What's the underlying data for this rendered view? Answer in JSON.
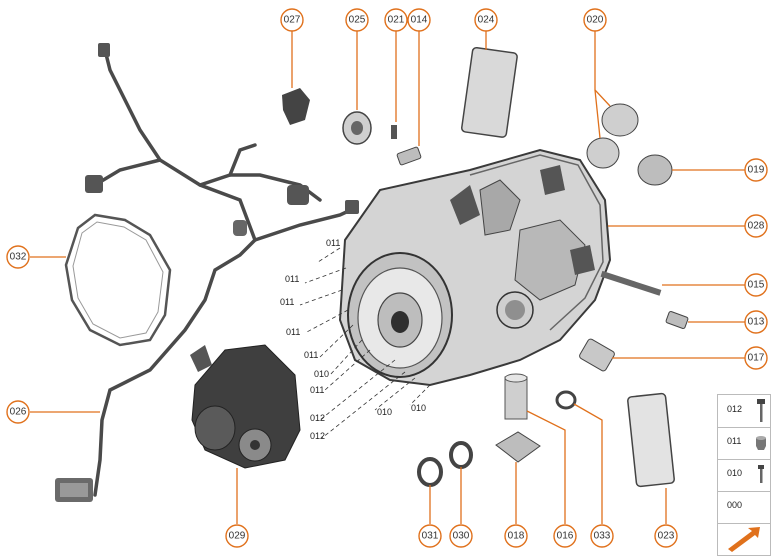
{
  "callouts": [
    {
      "id": "c027",
      "label": "027"
    },
    {
      "id": "c025",
      "label": "025"
    },
    {
      "id": "c021",
      "label": "021"
    },
    {
      "id": "c014",
      "label": "014"
    },
    {
      "id": "c024",
      "label": "024"
    },
    {
      "id": "c020",
      "label": "020"
    },
    {
      "id": "c019",
      "label": "019"
    },
    {
      "id": "c028",
      "label": "028"
    },
    {
      "id": "c015",
      "label": "015"
    },
    {
      "id": "c013",
      "label": "013"
    },
    {
      "id": "c017",
      "label": "017"
    },
    {
      "id": "c032",
      "label": "032"
    },
    {
      "id": "c026",
      "label": "026"
    },
    {
      "id": "c029",
      "label": "029"
    },
    {
      "id": "c031",
      "label": "031"
    },
    {
      "id": "c030",
      "label": "030"
    },
    {
      "id": "c018",
      "label": "018"
    },
    {
      "id": "c016",
      "label": "016"
    },
    {
      "id": "c033",
      "label": "033"
    },
    {
      "id": "c023",
      "label": "023"
    }
  ],
  "screw_labels": [
    "011",
    "011",
    "011",
    "011",
    "011",
    "010",
    "011",
    "012",
    "012",
    "010",
    "010"
  ],
  "legend": {
    "rows": [
      {
        "code": "012",
        "icon": "bolt-long-icon"
      },
      {
        "code": "011",
        "icon": "nut-icon"
      },
      {
        "code": "010",
        "icon": "bolt-short-icon"
      },
      {
        "code": "000",
        "icon": ""
      }
    ],
    "arrow_icon": "direction-arrow-icon"
  },
  "colors": {
    "accent": "#e0711c",
    "part_dark": "#3a3a3a",
    "part_light": "#bdbdbd"
  }
}
